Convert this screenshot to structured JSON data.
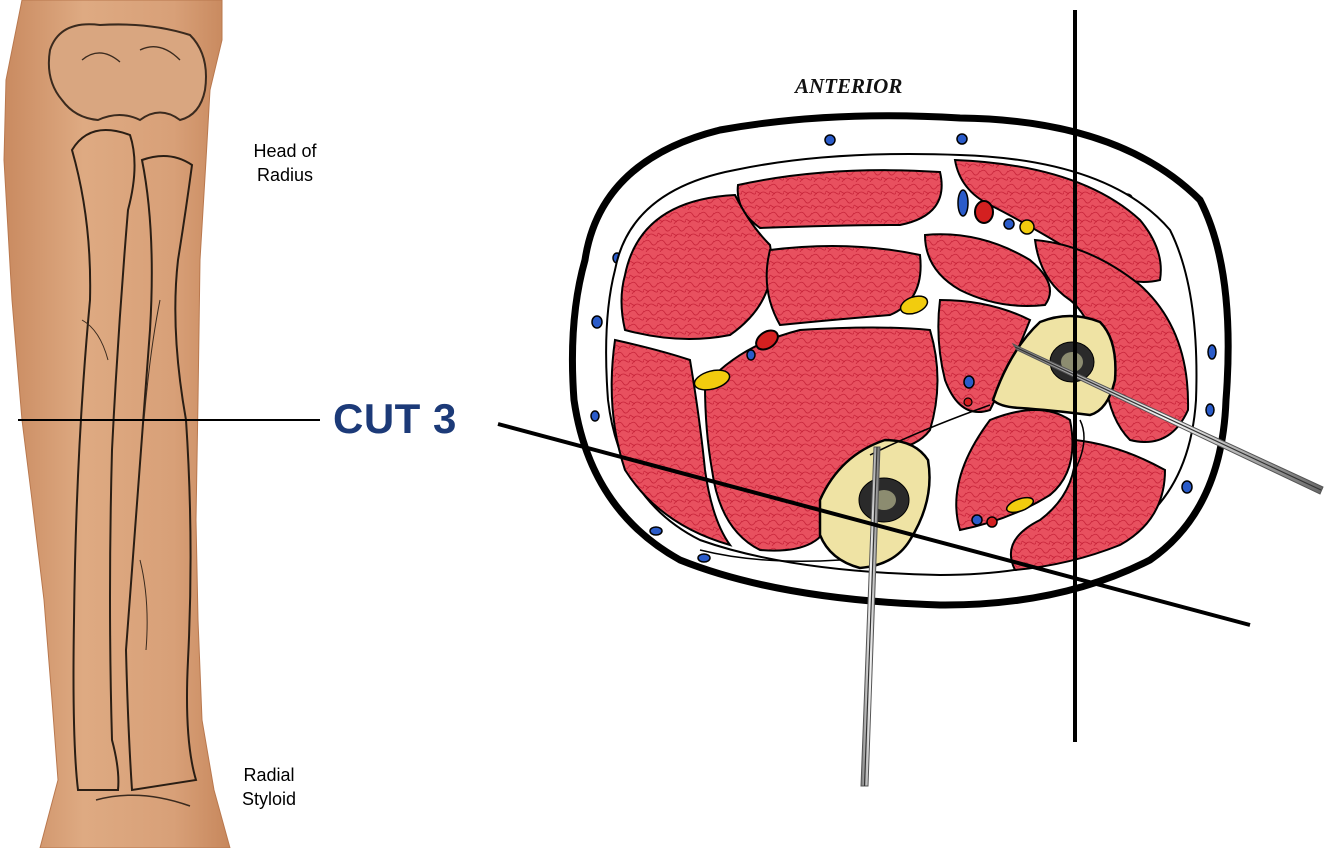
{
  "forearm": {
    "label_head": "Head of\nRadius",
    "label_styloid": "Radial\nStyloid"
  },
  "cut": {
    "label": "CUT 3"
  },
  "cross_section": {
    "orientation_label": "ANTERIOR"
  },
  "colors": {
    "skin": "#d9a178",
    "skin_dark": "#b97a50",
    "muscle": "#e84a5b",
    "bone": "#efe3a4",
    "marrow": "#2a2a2a",
    "vein": "#2a5bc9",
    "artery": "#d42020",
    "nerve": "#f2cc0e",
    "cut_label": "#1c3a78"
  }
}
